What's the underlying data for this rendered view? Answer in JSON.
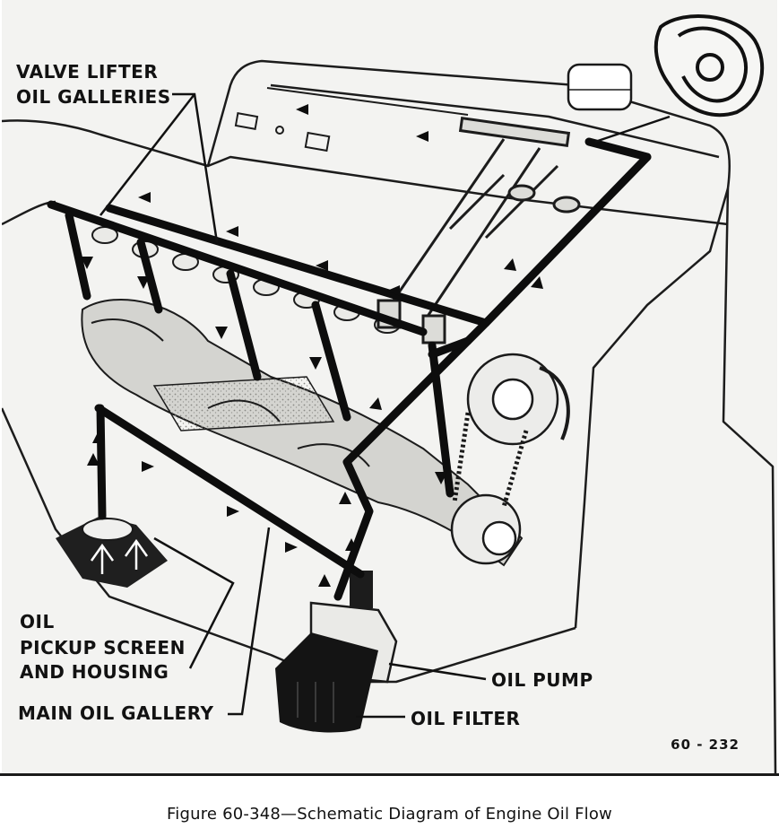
{
  "labels": {
    "valve_lifter_line1": "VALVE LIFTER",
    "valve_lifter_line2": "OIL GALLERIES",
    "pickup_line1": "OIL",
    "pickup_line2": "PICKUP SCREEN",
    "pickup_line3": "AND HOUSING",
    "main_gallery": "MAIN OIL GALLERY",
    "oil_pump": "OIL PUMP",
    "oil_filter": "OIL FILTER"
  },
  "figure_number": "60 - 232",
  "caption": "Figure 60-348—Schematic Diagram of Engine Oil Flow",
  "colors": {
    "ink": "#151515",
    "paper": "#f3f3f1",
    "shade": "#c9c9c5"
  },
  "icons": {
    "flow_arrow": "arrow-icon",
    "distributor": "distributor-icon",
    "breather": "breather-cap-icon"
  }
}
